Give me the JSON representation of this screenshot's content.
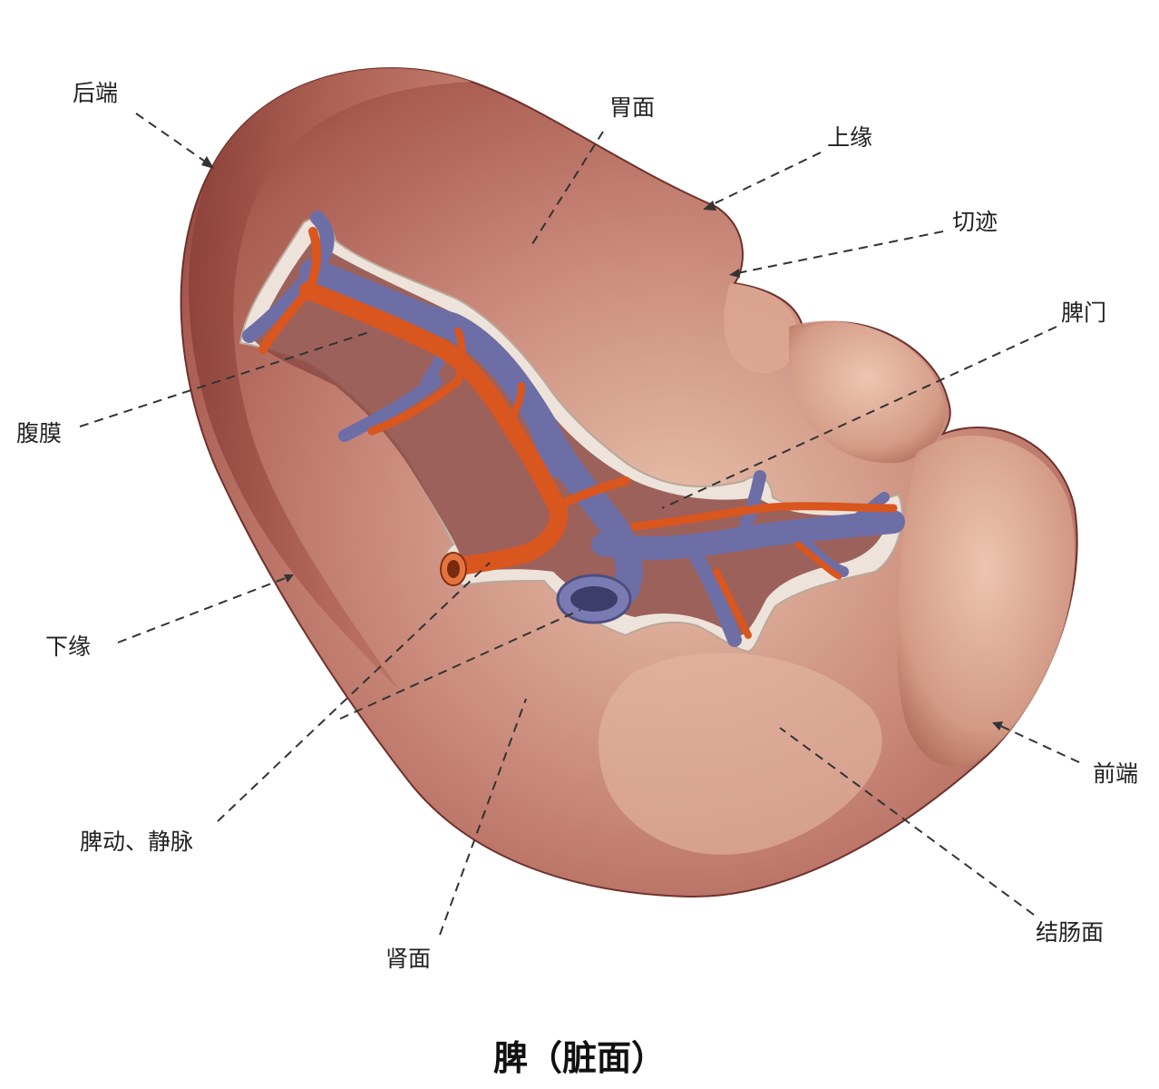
{
  "caption": "脾（脏面）",
  "labels": {
    "posterior_end": "后端",
    "gastric_surface": "胃面",
    "superior_border": "上缘",
    "notch": "切迹",
    "hilum": "脾门",
    "peritoneum": "腹膜",
    "inferior_border": "下缘",
    "splenic_vessels": "脾动、静脉",
    "renal_surface": "肾面",
    "anterior_end": "前端",
    "colic_surface": "结肠面"
  },
  "colors": {
    "spleen": "#b96a5c",
    "spleen_light": "#e6b9a4",
    "spleen_dark": "#7e3a33",
    "artery": "#d9561f",
    "vein": "#6e6ea6",
    "peritoneum": "#ece4dc",
    "leader_line": "#333333"
  }
}
